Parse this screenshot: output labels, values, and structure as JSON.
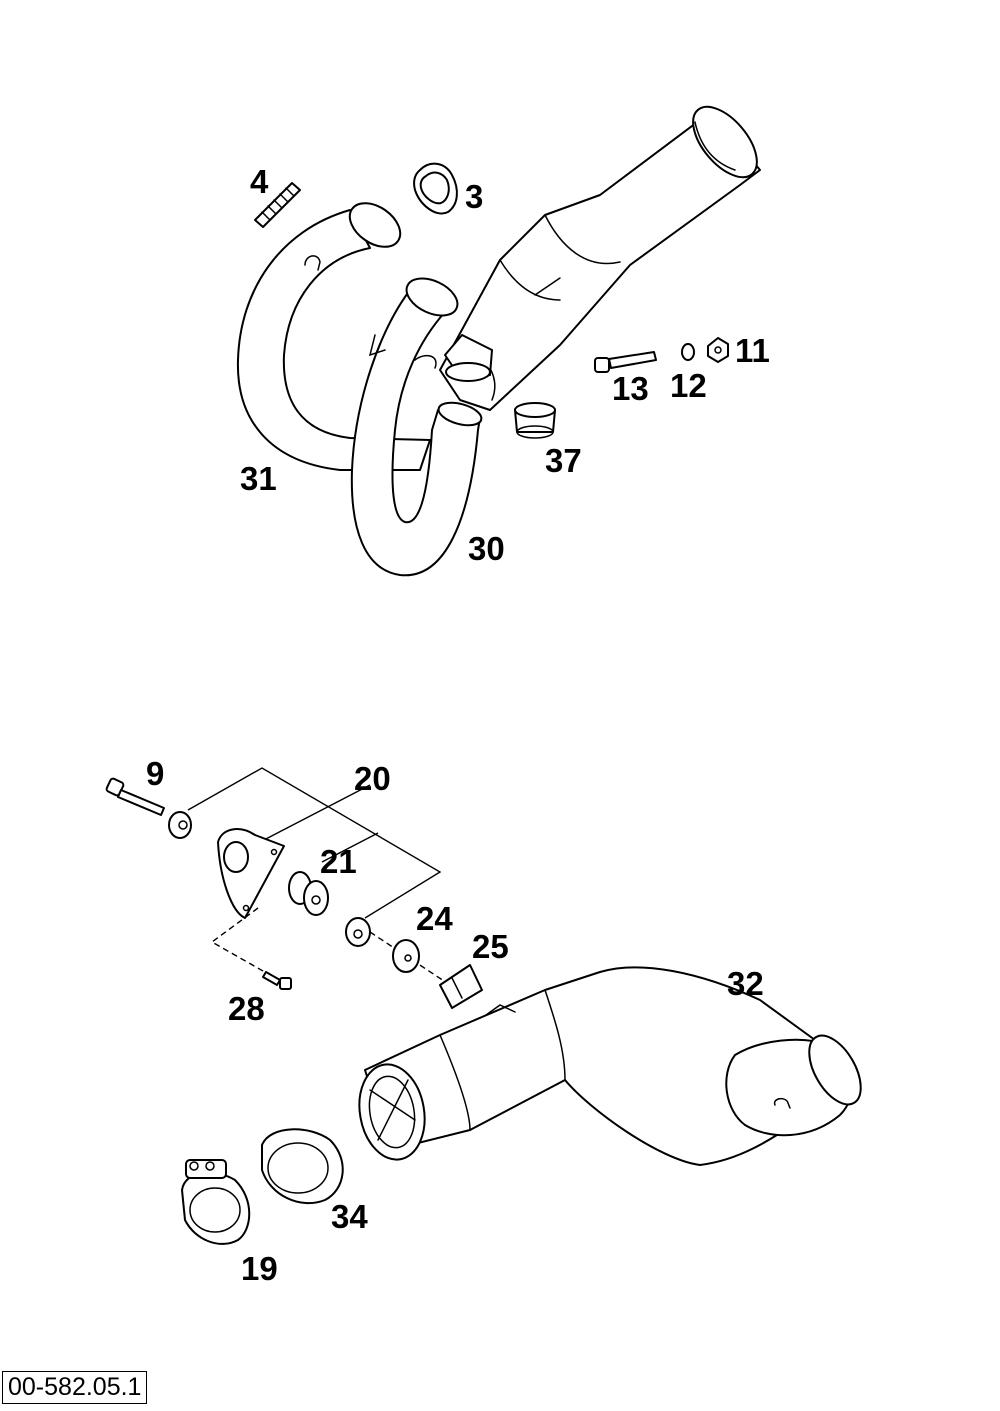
{
  "diagram": {
    "document_id": "00-582.05.1",
    "callouts": {
      "c3": "3",
      "c4": "4",
      "c9": "9",
      "c11": "11",
      "c12": "12",
      "c13": "13",
      "c19": "19",
      "c20": "20",
      "c21": "21",
      "c24": "24",
      "c25": "25",
      "c28": "28",
      "c30": "30",
      "c31": "31",
      "c32": "32",
      "c34": "34",
      "c37": "37"
    }
  }
}
